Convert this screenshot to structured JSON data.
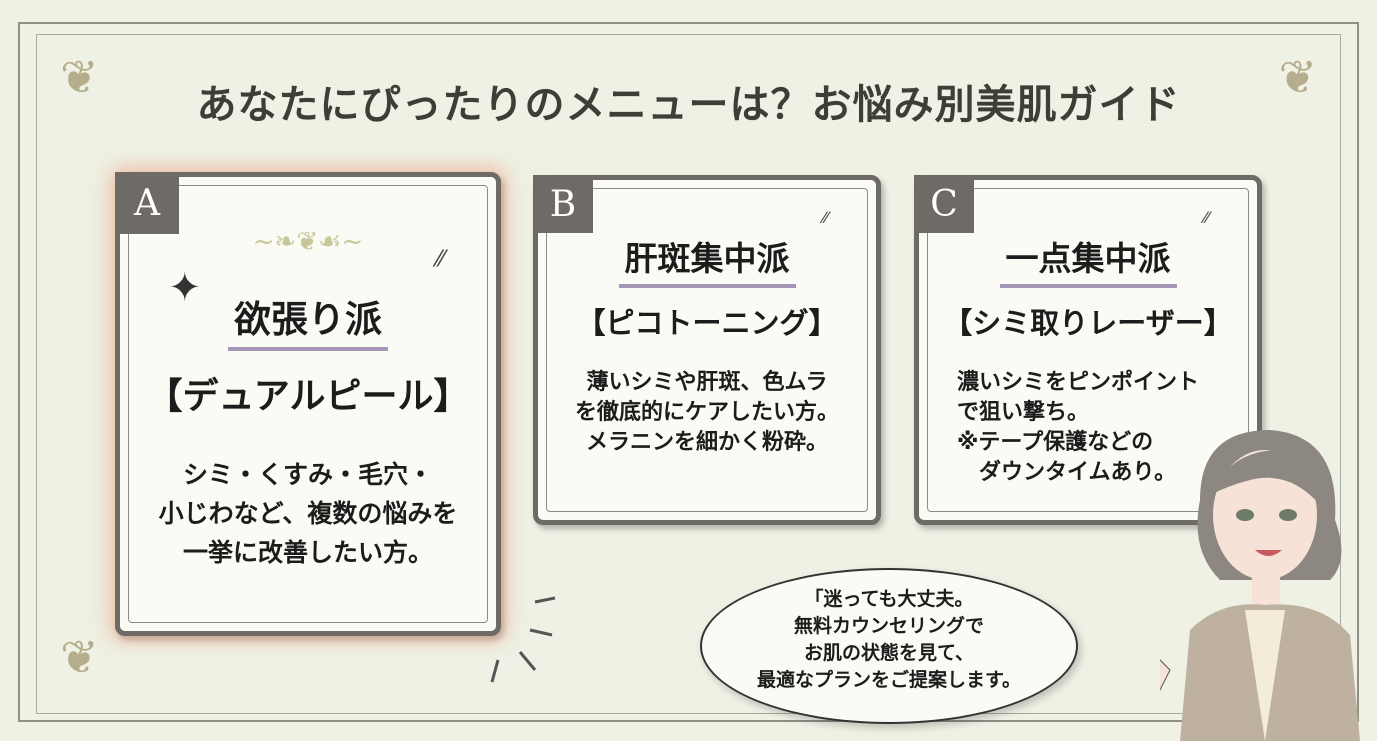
{
  "title": "あなたにぴったりのメニューは？お悩み別美肌ガイド",
  "cards": [
    {
      "letter": "A",
      "type": "欲張り派",
      "treatment": "【デュアルピール】",
      "desc": [
        "シミ・くすみ・毛穴・",
        "小じわなど、複数の悩みを",
        "一挙に改善したい方。"
      ]
    },
    {
      "letter": "B",
      "type": "肝斑集中派",
      "treatment": "【ピコトーニング】",
      "desc": [
        "薄いシミや肝斑、色ムラ",
        "を徹底的にケアしたい方。",
        "メラニンを細かく粉砕。"
      ]
    },
    {
      "letter": "C",
      "type": "一点集中派",
      "treatment": "【シミ取りレーザー】",
      "desc": [
        "濃いシミをピンポイント",
        "で狙い撃ち。",
        "※テープ保護などの",
        "　ダウンタイムあり。"
      ]
    }
  ],
  "bubble": [
    "「迷っても大丈夫。",
    "無料カウンセリングで",
    "お肌の状態を見て、",
    "最適なプランをご提案します。"
  ]
}
